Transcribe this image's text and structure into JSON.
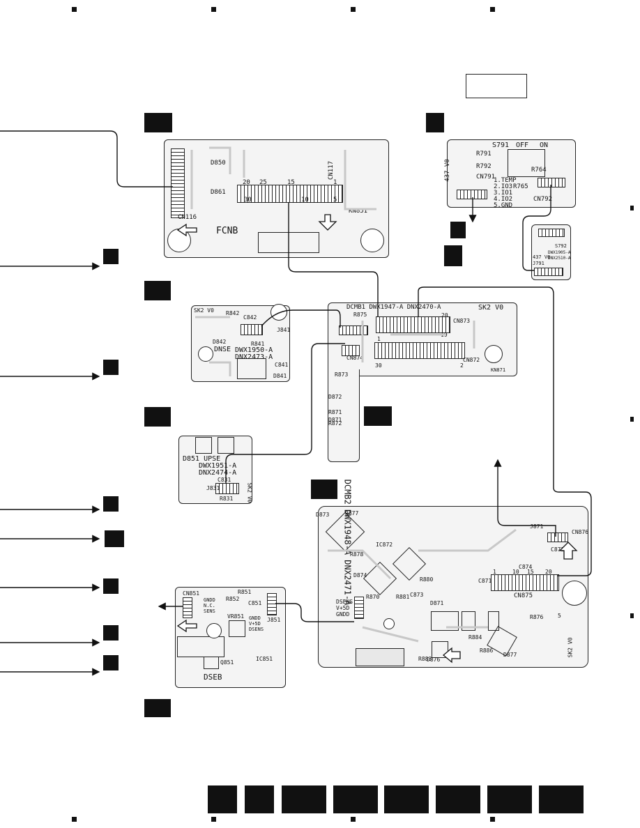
{
  "fcnb": {
    "name": "FCNB",
    "connectors": [
      "CN116",
      "CN117"
    ],
    "parts": [
      "D850",
      "D861",
      "KN851"
    ],
    "pins": [
      "20",
      "25",
      "30",
      "15",
      "10",
      "1",
      "5"
    ]
  },
  "switch_board": {
    "switch": "S791",
    "off": "OFF",
    "on": "ON",
    "parts": [
      "R791",
      "R792",
      "R764",
      "R765",
      "CN791",
      "CN792"
    ],
    "pins": [
      "1.TEMP",
      "2.IO3",
      "3.IO1",
      "4.IO2",
      "5.GND"
    ],
    "version": "437 V0"
  },
  "s792": {
    "name": "S792",
    "version": "437 V0",
    "ids": [
      "DWX1905-A",
      "DNX2510-A"
    ],
    "ref": "J791"
  },
  "dcmb1": {
    "title": "DCMB1 DWX1947-A DNX2470-A",
    "version": "SK2 V0",
    "parts": [
      "R875",
      "CN873",
      "CN874",
      "CN872",
      "R873",
      "R872",
      "R871",
      "D872",
      "D871",
      "KN871"
    ],
    "pins": [
      "20",
      "19",
      "30",
      "2",
      "1"
    ]
  },
  "dnse": {
    "name": "DNSE",
    "version": "SK2 V0",
    "ids": [
      "DWX1950-A",
      "DNX2473-A"
    ],
    "parts": [
      "R842",
      "C842",
      "D842",
      "R841",
      "J841",
      "C841",
      "D841"
    ]
  },
  "upse": {
    "ids": [
      "D851 UPSE",
      "DWX1951-A",
      "DNX2474-A"
    ],
    "parts": [
      "C831",
      "R831",
      "J831"
    ],
    "version": "SK2 V0"
  },
  "dcmb2": {
    "title": "DCMB2 DWX1948-A DNX2471-A",
    "parts": [
      "R877",
      "IC872",
      "D873",
      "D874",
      "R878",
      "R870",
      "CN875",
      "R876",
      "C872",
      "C873",
      "C874",
      "C871",
      "D871",
      "D876",
      "D877",
      "J871",
      "R880",
      "R881",
      "R883",
      "R884",
      "R886",
      "CN876"
    ],
    "pins": [
      "1",
      "10",
      "15",
      "20",
      "5"
    ],
    "labels": [
      "DSENS",
      "V+5D",
      "GNDD"
    ],
    "version": "SK2 V0"
  },
  "dseb": {
    "name": "DSEB",
    "parts": [
      "CN851",
      "R851",
      "R852",
      "C851",
      "VR851",
      "J851",
      "Q851",
      "IC851"
    ],
    "pins": [
      "GNDD",
      "N.C.",
      "SENS",
      "GNDD",
      "V+5D",
      "DSENS"
    ]
  },
  "colors": {
    "ink": "#111111",
    "board": "#f4f4f4",
    "trace": "#c8c8c8"
  }
}
